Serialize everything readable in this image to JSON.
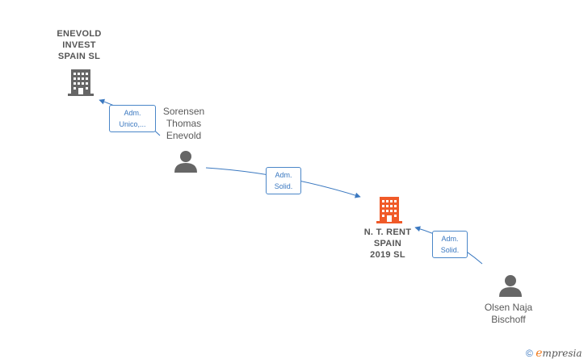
{
  "nodes": {
    "enevold_invest": {
      "label_lines": [
        "ENEVOLD",
        "INVEST",
        "SPAIN  SL"
      ],
      "type": "company",
      "color": "#666666"
    },
    "nt_rent": {
      "label_lines": [
        "N.  T. RENT",
        "SPAIN",
        "2019  SL"
      ],
      "type": "company",
      "color": "#f05a28"
    },
    "sorensen": {
      "label_lines": [
        "Sorensen",
        "Thomas",
        "Enevold"
      ],
      "type": "person",
      "color": "#666666"
    },
    "olsen": {
      "label_lines": [
        "Olsen Naja",
        "Bischoff"
      ],
      "type": "person",
      "color": "#666666"
    }
  },
  "edges": {
    "e1": {
      "label_lines": [
        "Adm.",
        "Unico,..."
      ]
    },
    "e2": {
      "label_lines": [
        "Adm.",
        "Solid."
      ]
    },
    "e3": {
      "label_lines": [
        "Adm.",
        "Solid."
      ]
    }
  },
  "watermark": {
    "copyright": "©",
    "brand_initial": "e",
    "brand_rest": "mpresia"
  },
  "colors": {
    "edge": "#3a78c0",
    "company_main": "#f05a28",
    "company": "#666666",
    "person": "#666666"
  }
}
